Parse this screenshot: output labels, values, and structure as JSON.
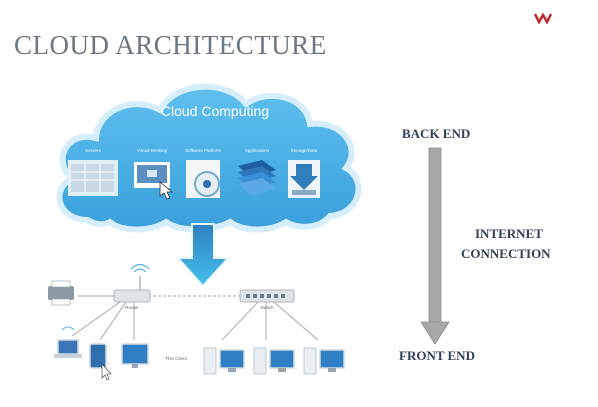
{
  "header": {
    "title": "CLOUD ARCHITECTURE"
  },
  "cloud": {
    "title": "Cloud Computing",
    "services": [
      {
        "label": "Servers",
        "icon": "server-rack-icon"
      },
      {
        "label": "Virtual Desktop",
        "icon": "virtual-desktop-icon"
      },
      {
        "label": "Software Platform",
        "icon": "software-platform-icon"
      },
      {
        "label": "Applications",
        "icon": "applications-icon"
      },
      {
        "label": "Storage/Data",
        "icon": "storage-data-icon"
      }
    ]
  },
  "network": {
    "router_label": "Router",
    "switch_label": "Switch",
    "thin_client_label": "Thin Client"
  },
  "right_panel": {
    "back_end": "BACK END",
    "connection_line1": "INTERNET",
    "connection_line2": "CONNECTION",
    "front_end": "FRONT END"
  },
  "colors": {
    "title": "#6b7782",
    "cloud_fill": "#58b8ea",
    "cloud_outline": "#d6eefb",
    "arrow": "#3aa8e0",
    "right_arrow": "#a8a8a8",
    "right_text": "#2f3f55"
  }
}
